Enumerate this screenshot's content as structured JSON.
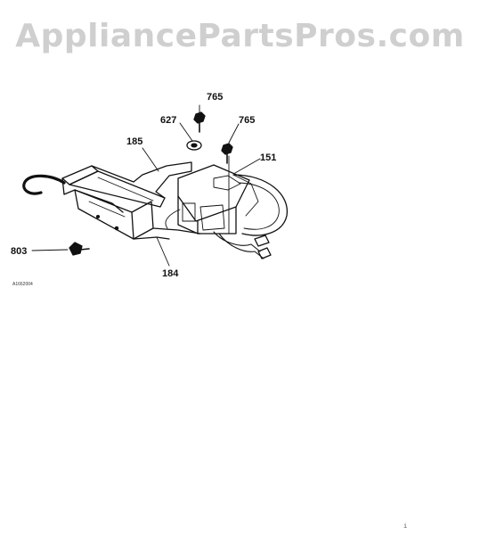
{
  "watermark": {
    "text": "AppliancePartsPros.com"
  },
  "diagram": {
    "callouts": [
      {
        "id": "765-top",
        "label": "765"
      },
      {
        "id": "627",
        "label": "627"
      },
      {
        "id": "765-right",
        "label": "765"
      },
      {
        "id": "185",
        "label": "185"
      },
      {
        "id": "151",
        "label": "151"
      },
      {
        "id": "803",
        "label": "803"
      },
      {
        "id": "184",
        "label": "184"
      }
    ],
    "figure_code": "A1662004",
    "corner_mark": "i"
  },
  "colors": {
    "line": "#111111",
    "watermark": "#cfcfcf"
  }
}
